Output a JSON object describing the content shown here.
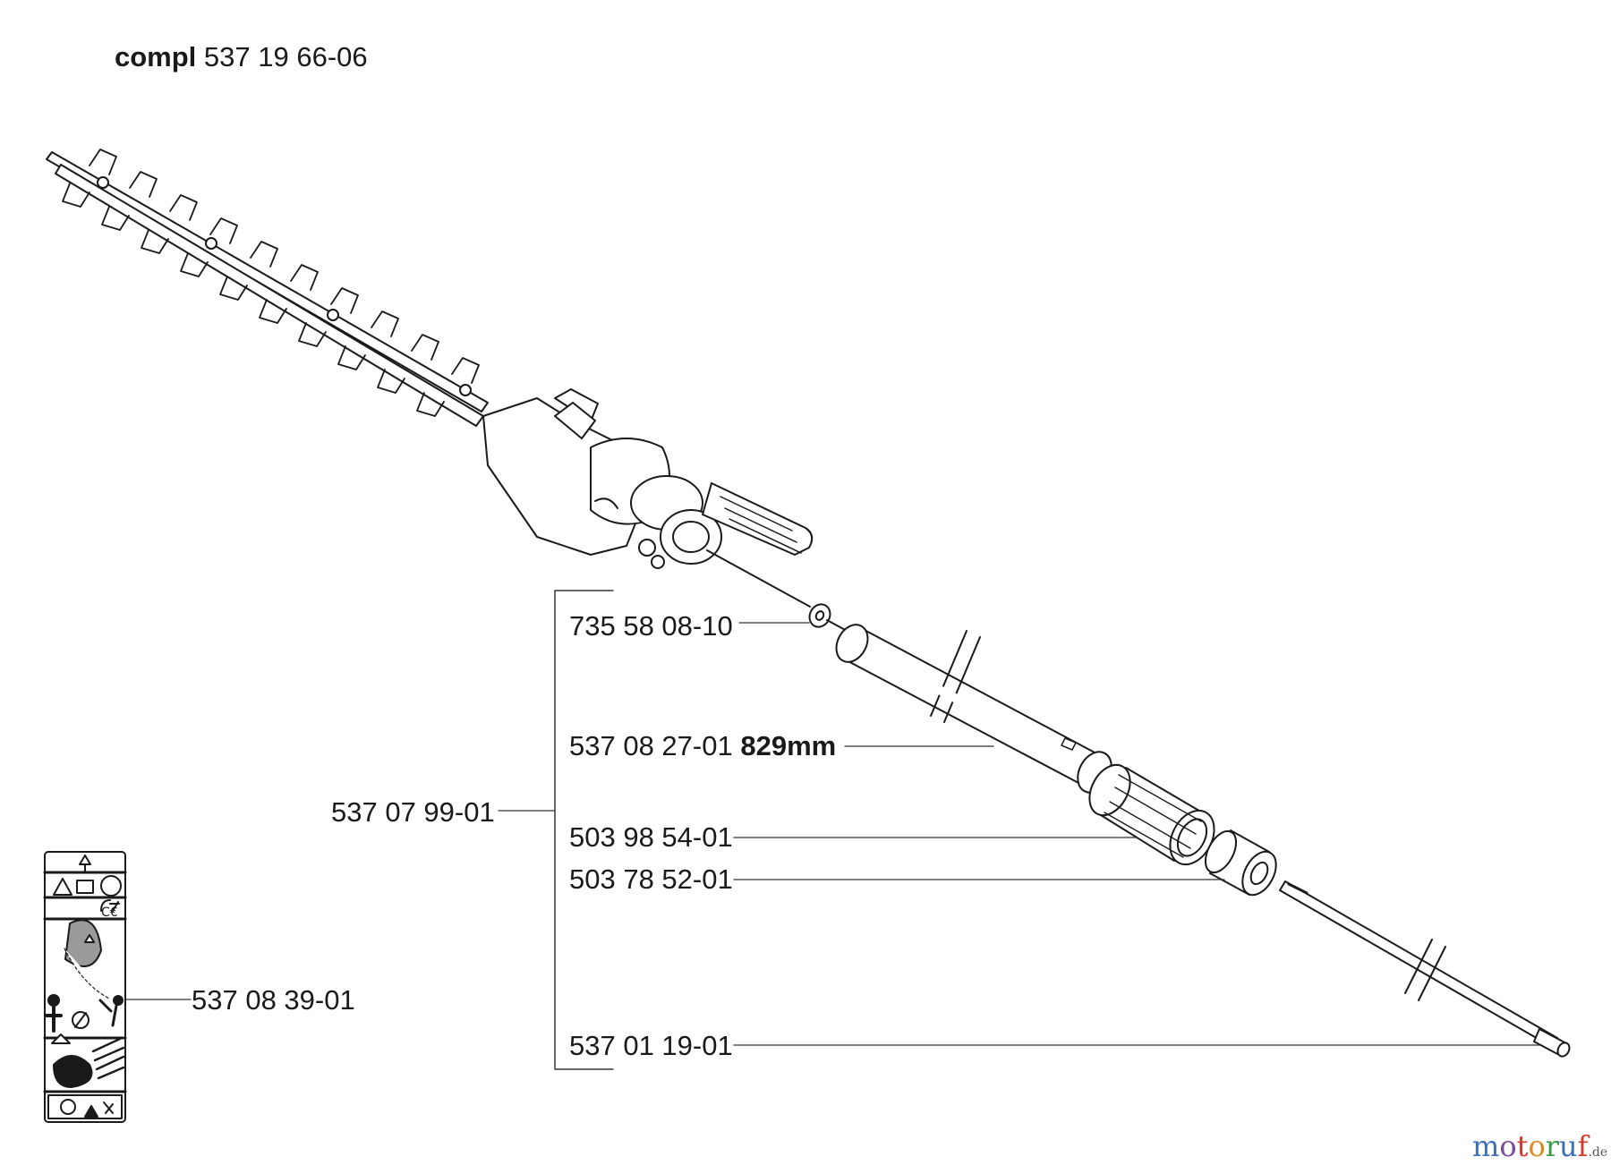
{
  "title": {
    "prefix": "compl",
    "number": "537 19 66-06"
  },
  "parts": [
    {
      "number": "735 58 08-10",
      "note": ""
    },
    {
      "number": "537 08 27-01",
      "note": "829mm"
    },
    {
      "number": "503 98 54-01",
      "note": ""
    },
    {
      "number": "503 78 52-01",
      "note": ""
    },
    {
      "number": "537 01 19-01",
      "note": ""
    }
  ],
  "assembly_number": "537 07 99-01",
  "decal_number": "537 08 39-01",
  "brand": {
    "letters": [
      "m",
      "o",
      "t",
      "o",
      "r",
      "u",
      "f"
    ],
    "letter_colors": [
      "#3d6fb6",
      "#7a4a9c",
      "#d23a2e",
      "#e08a1e",
      "#3d9a44",
      "#3d6fb6",
      "#d23a2e"
    ],
    "suffix": ".de"
  }
}
